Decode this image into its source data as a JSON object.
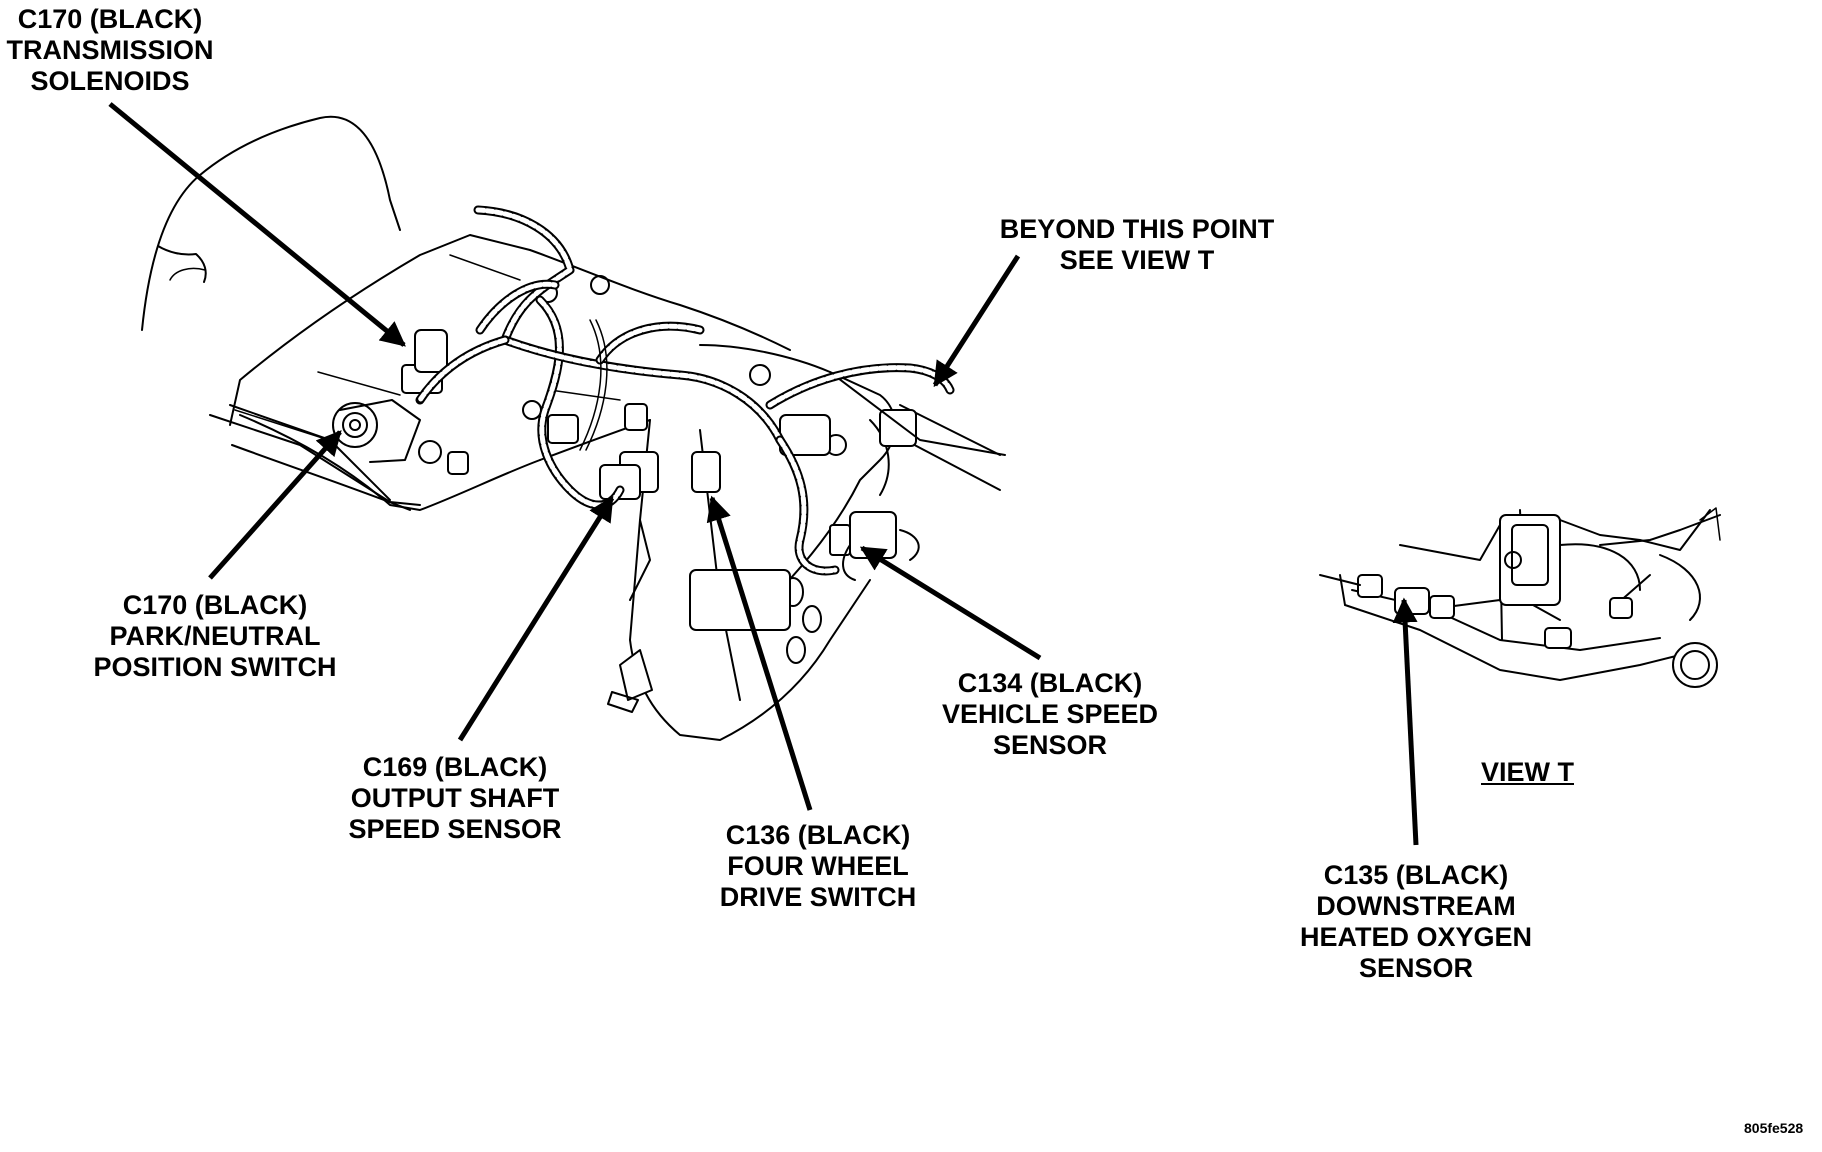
{
  "callouts": {
    "trans_solenoids": [
      "C170 (BLACK)",
      "TRANSMISSION",
      "SOLENOIDS"
    ],
    "park_neutral": [
      "C170 (BLACK)",
      "PARK/NEUTRAL",
      "POSITION SWITCH"
    ],
    "output_shaft": [
      "C169 (BLACK)",
      "OUTPUT SHAFT",
      "SPEED SENSOR"
    ],
    "four_wheel": [
      "C136 (BLACK)",
      "FOUR WHEEL",
      "DRIVE SWITCH"
    ],
    "vehicle_speed": [
      "C134 (BLACK)",
      "VEHICLE SPEED",
      "SENSOR"
    ],
    "beyond_point": [
      "BEYOND THIS POINT",
      "SEE VIEW T"
    ],
    "downstream_o2": [
      "C135 (BLACK)",
      "DOWNSTREAM",
      "HEATED OXYGEN",
      "SENSOR"
    ]
  },
  "view_title": "VIEW T",
  "figure_id": "805fe528"
}
